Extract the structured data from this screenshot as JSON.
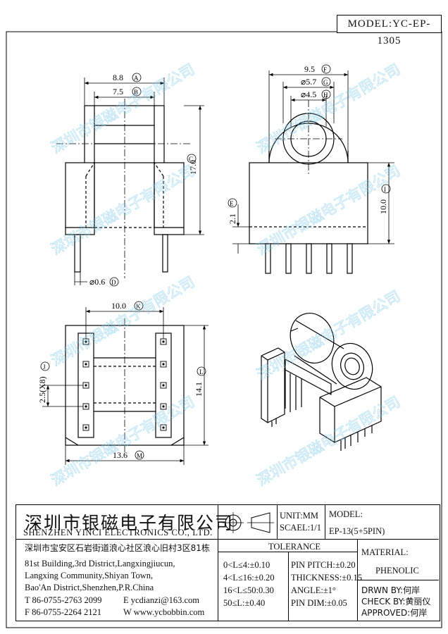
{
  "model": "MODEL:YC-EP-1305",
  "watermark": "深圳市银磁电子有限公司",
  "dims": {
    "a": "8.8",
    "a_tag": "A",
    "b": "7.5",
    "b_tag": "B",
    "c": "17.0",
    "c_tag": "C",
    "d": "⌀0.6",
    "d_tag": "D",
    "e": "2.1",
    "e_tag": "E",
    "f": "9.5",
    "f_tag": "F",
    "g": "⌀5.7",
    "g_tag": "G",
    "h": "⌀4.5",
    "h_tag": "H",
    "i": "10.0",
    "i_tag": "I",
    "j": "2.5(X8)",
    "j_tag": "J",
    "k": "10.0",
    "k_tag": "K",
    "l": "14.1",
    "l_tag": "L",
    "m": "13.6",
    "m_tag": "M"
  },
  "title_block": {
    "company_cn": "深圳市银磁电子有限公司",
    "company_en": "SHENZHEN YINCI ELECTRONICS CO., LTD.",
    "address_cn": "深圳市宝安区石岩街道浪心社区浪心旧村3区81栋",
    "address_en_1": "81st Building,3rd District,Langxingjiucun,",
    "address_en_2": "Langxing Community,Shiyan Town,",
    "address_en_3": "Bao'An District,Shenzhen,P.R.China",
    "tel": "T 86-0755-2763 2099",
    "fax": "F 86-0755-2264 2121",
    "email": "E ycdianzi@163.com",
    "web": "W www.ycbobbin.com",
    "unit": "UNIT:MM",
    "scale": "SCAEL:1/1",
    "model_label": "MODEL:",
    "model_value": "EP-13(5+5PIN)",
    "tolerance_title": "TOLERANCE",
    "tol": [
      "0<L≤4:±0.10",
      "4<L≤16:±0.20",
      "16<L≤50:0.30",
      "50≤L:±0.40"
    ],
    "pin_specs": [
      "PIN PITCH:±0.20",
      "THICKNESS:±0.15",
      "ANGLE:±1°",
      "PIN DIM:±0.05"
    ],
    "material_label": "MATERIAL:",
    "material_value": "PHENOLIC",
    "drawn": "DRWN BY:何岸",
    "check": "CHECK BY:黄丽仪",
    "approved": "APPROVED:何岸"
  }
}
